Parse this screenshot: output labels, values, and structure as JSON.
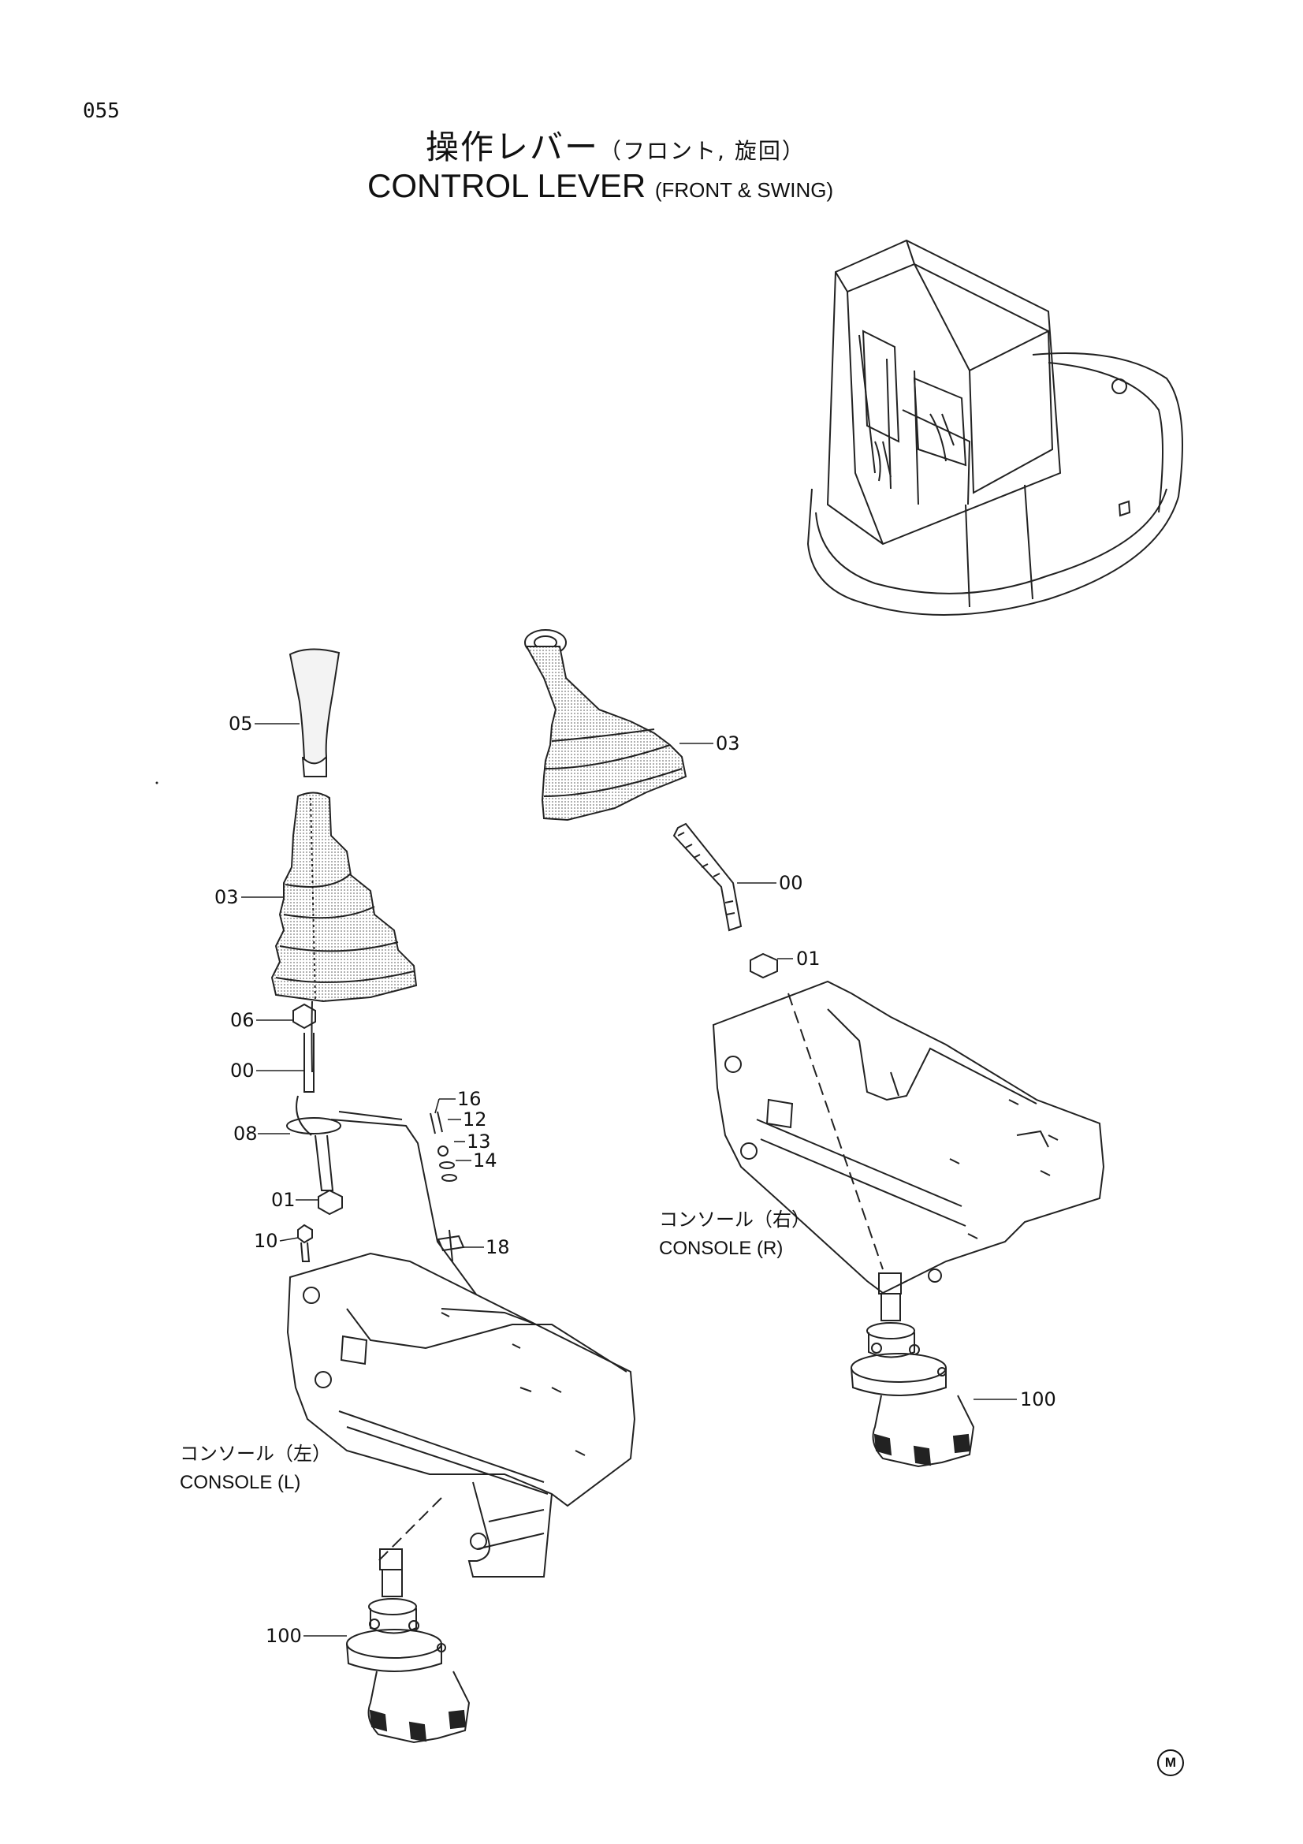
{
  "page_number": "055",
  "title": {
    "jp_main": "操作レバー",
    "jp_sub": "（フロント, 旋回）",
    "en_main": "CONTROL  LEVER",
    "en_sub": "(FRONT & SWING)"
  },
  "callouts_left": {
    "grip": "05",
    "boot": "03",
    "nut_top": "06",
    "lever": "00",
    "bracket": "08",
    "nut": "01",
    "bolt": "10",
    "pin": "16",
    "screw": "12",
    "washer": "13",
    "clip": "14",
    "clamp": "18",
    "valve": "100"
  },
  "callouts_right": {
    "boot": "03",
    "lever": "00",
    "nut": "01",
    "valve": "100"
  },
  "console_left": {
    "jp": "コンソール（左）",
    "en": "CONSOLE  (L)"
  },
  "console_right": {
    "jp": "コンソール（右）",
    "en": "CONSOLE  (R)"
  },
  "mark": "M"
}
